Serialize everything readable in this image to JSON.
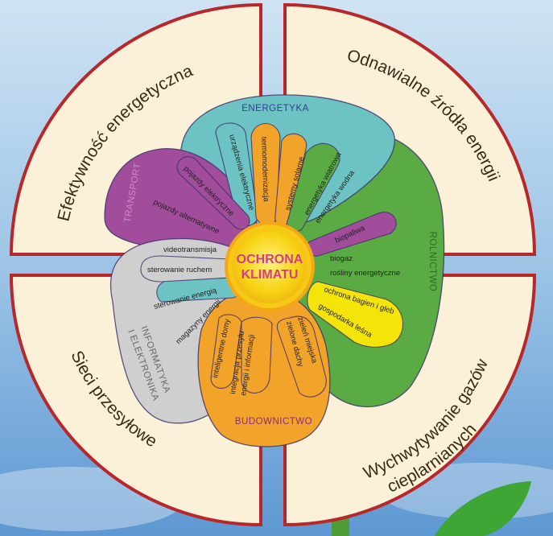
{
  "center": {
    "line1": "OCHRONA",
    "line2": "KLIMATU"
  },
  "quadrants": {
    "top_left": "Efektywność energetyczna",
    "top_right": "Odnawialne źródła energii",
    "bottom_left": "Sieci przesyłowe",
    "bottom_right_line1": "Wychwytywanie gazów",
    "bottom_right_line2": "cieplarnianych"
  },
  "sectors": {
    "energetyka": "ENERGETYKA",
    "transport": "TRANSPORT",
    "rolnictwo": "ROLNICTWO",
    "informatyka_line1": "INFORMATYKA",
    "informatyka_line2": "I ELEKTRONIKA",
    "budownictwo": "BUDOWNICTWO"
  },
  "items": {
    "urzadzenia": "urządzenia elektryczne",
    "termo": "termomodernizacja",
    "solarne": "systemy solarne",
    "wiatrowa": "energetyka wiatrowa",
    "wodna": "energetyka wodna",
    "biopaliwa": "biopaliwa",
    "biogaz": "biogaz",
    "rosliny": "rośliny energetyczne",
    "bagien": "ochrona bagien i gleb",
    "lesna": "gospodarka leśna",
    "zielen": "zieleń miejska",
    "dachy": "zielone dachy",
    "integracja1": "integracja przesyłu",
    "integracja2": "energii i informacji",
    "domy": "inteligentne domy",
    "magazyny": "magazyny energii",
    "sterowanie_en": "sterowanie energią",
    "sterowanie_ruch": "sterowanie ruchem",
    "video": "videotransmisja",
    "alternatywne": "pojazdy alternatywne",
    "elektryczne": "pojazdy elektryczne"
  },
  "colors": {
    "energetyka": "#6dc3c3",
    "transport": "#a24c9c",
    "rolnictwo": "#5bab44",
    "informatyka": "#c9c9c9",
    "budownictwo": "#f2a32a",
    "yellow_petal": "#f4e40a",
    "center": "#f7d315",
    "quadrant": "#faf1d8",
    "border": "#b8282b"
  }
}
